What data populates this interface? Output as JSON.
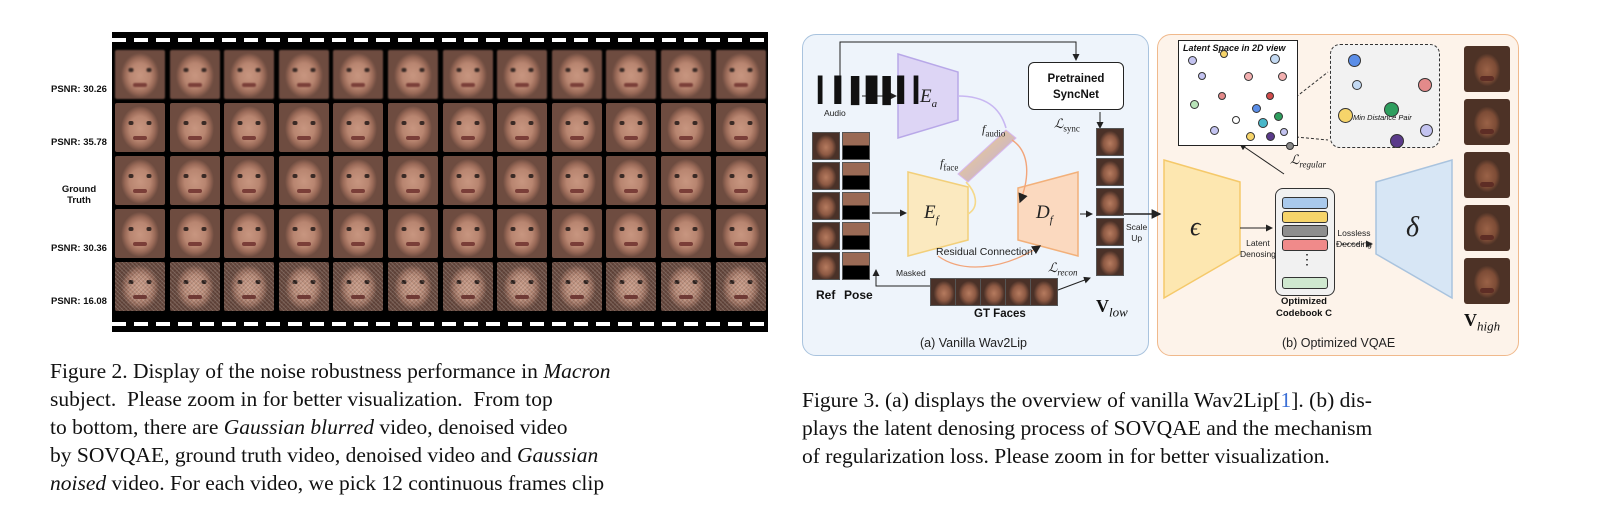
{
  "fig2": {
    "rows": [
      {
        "label": "PSNR: 30.26",
        "style": "blur"
      },
      {
        "label": "PSNR: 35.78",
        "style": "clean"
      },
      {
        "label": "Ground Truth",
        "style": "clean"
      },
      {
        "label": "PSNR: 30.36",
        "style": "clean"
      },
      {
        "label": "PSNR: 16.08",
        "style": "noisy"
      }
    ],
    "frames_per_row": 12,
    "caption": {
      "line1_prefix": "Figure 2. Display of the noise robustness performance in ",
      "line1_italic": "Macron",
      "line2": "subject.  Please zoom in for better visualization.  From top",
      "line3": "to bottom, there are ",
      "line3_italic": "Gaussian blurred",
      "line3_suffix": " video, denoised video",
      "line4": "by SOVQAE, ground truth video, denoised video and ",
      "line4_italic": "Gaussian",
      "line5_italic": "noised",
      "line5_suffix": " video. For each video, we pick 12 continuous frames clip"
    }
  },
  "fig3": {
    "panel_a": {
      "title": "(a) Vanilla Wav2Lip",
      "audio": "Audio",
      "ea": "E",
      "ea_sub": "a",
      "syncnet_line1": "Pretrained",
      "syncnet_line2": "SyncNet",
      "f_audio": "f",
      "f_audio_sub": "audio",
      "f_face": "f",
      "f_face_sub": "face",
      "l_sync": "ℒ",
      "l_sync_sub": "sync",
      "ef": "E",
      "ef_sub": "f",
      "df": "D",
      "df_sub": "f",
      "residual": "Residual Connection",
      "masked": "Masked",
      "l_recon": "ℒ",
      "l_recon_sub": "recon",
      "ref": "Ref",
      "pose": "Pose",
      "gt_faces": "GT Faces",
      "v_low": "V",
      "v_low_sub": "low",
      "scale_up_1": "Scale",
      "scale_up_2": "Up"
    },
    "panel_b": {
      "title": "(b) Optimized VQAE",
      "latent_space": "Latent Space in 2D view",
      "min_distance": "Min Distance Pair",
      "l_regular": "ℒ",
      "l_regular_sub": "regular",
      "epsilon": "ϵ",
      "latent_denoising_1": "Latent",
      "latent_denoising_2": "Denosing",
      "lossless_1": "Lossless",
      "lossless_2": "Decoding",
      "delta": "δ",
      "codebook_1": "Optimized",
      "codebook_2": "Codebook C",
      "v_high": "V",
      "v_high_sub": "high",
      "dots_sym": "⋮"
    },
    "caption": {
      "line1_a": "Figure 3. (a) displays the overview of vanilla Wav2Lip[",
      "line1_ref": "1",
      "line1_b": "]. (b) dis-",
      "line2": "plays the latent denosing process of SOVQAE and the mechanism",
      "line3": "of regularization loss. Please zoom in for better visualization."
    }
  }
}
